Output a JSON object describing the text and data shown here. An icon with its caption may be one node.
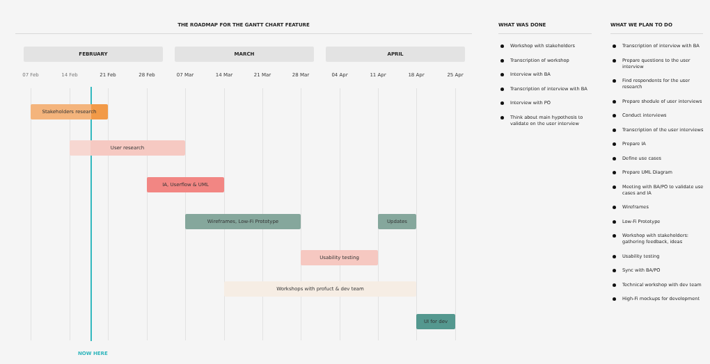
{
  "diagram": {
    "title": "THE ROADMAP FOR THE GANTT CHART FEATURE",
    "nodes": [
      {
        "text": [
          "FEBRUARY"
        ]
      },
      {
        "text": [
          "MARCH"
        ]
      },
      {
        "text": [
          "APRIL"
        ]
      },
      {
        "text": [
          "Stakeholders research"
        ]
      },
      {
        "text": [
          "User research"
        ]
      },
      {
        "text": [
          "IA, Userflow & UML"
        ]
      },
      {
        "text": [
          "Wireframes, Low-Fi Prototype"
        ]
      },
      {
        "text": [
          "Updates"
        ]
      },
      {
        "text": [
          "Usability testing"
        ]
      },
      {
        "text": [
          "Workshops with profuct & dev team"
        ]
      },
      {
        "text": [
          "UI for dev"
        ]
      }
    ],
    "labels": [
      "07 Feb",
      "14 Feb",
      "21 Feb",
      "28 Feb",
      "07 Mar",
      "14 Mar",
      "21 Mar",
      "28 Mar",
      "04 Apr",
      "11 Apr",
      "18 Apr",
      "25 Apr",
      "NOW HERE",
      "WHAT WAS DONE",
      "Workshop with stakeholders",
      "Transcription of workshop",
      "Interview with BA",
      "Transcription of interview with BA",
      "Interview with PO",
      "Think about main hypothesis to validate on the user interview",
      "WHAT WE PLAN TO DO",
      "Transcription of interview with BA",
      "Prepare questions to the user interview",
      "Find respondents for the user research",
      "Prepare shedule of user interviews",
      "Conduct interviews",
      "Transcription of the user interviews",
      "Prepare IA",
      "Define use cases",
      "Prepare UML Diagram",
      "Meeting with BA/PO to validate use cases and IA",
      "Wireframes",
      "Low-Fi Prototype",
      "Workshop with stakeholders: gathering feedback, ideas",
      "Usability testing",
      "Sync with BA/PO",
      "Technical workshop with dev team",
      "High-Fi mockups for development"
    ]
  }
}
